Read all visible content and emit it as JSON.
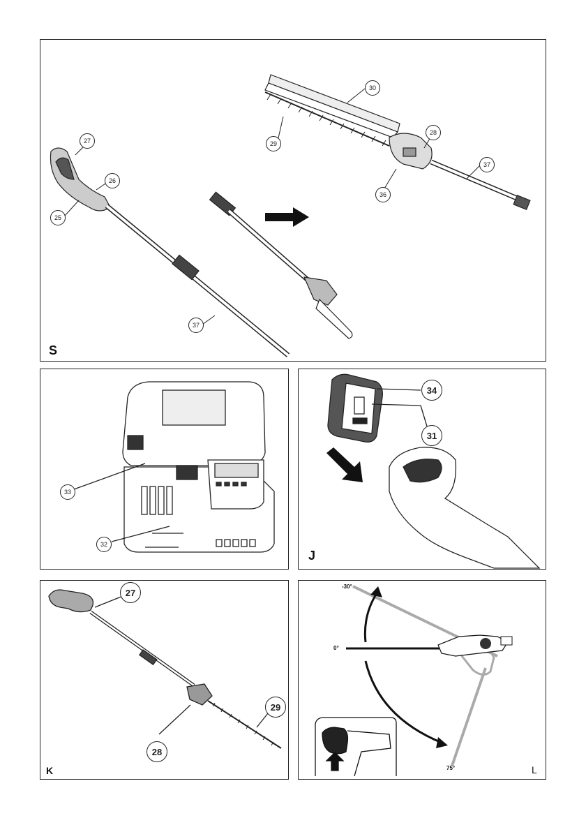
{
  "panels": {
    "S": {
      "letter": "S",
      "callouts": {
        "c30": "30",
        "c29": "29",
        "c28": "28",
        "c37a": "37",
        "c36": "36",
        "c27": "27",
        "c26": "26",
        "c25": "25",
        "c37b": "37"
      }
    },
    "charger": {
      "callouts": {
        "c33": "33",
        "c32": "32"
      }
    },
    "J": {
      "letter": "J",
      "callouts": {
        "c34": "34",
        "c31": "31"
      }
    },
    "K": {
      "letter": "K",
      "callouts": {
        "c27": "27",
        "c29": "29",
        "c28": "28"
      }
    },
    "L": {
      "letter": "L",
      "angles": {
        "top": "-30°",
        "mid": "0°",
        "bottom": "75°"
      }
    }
  }
}
